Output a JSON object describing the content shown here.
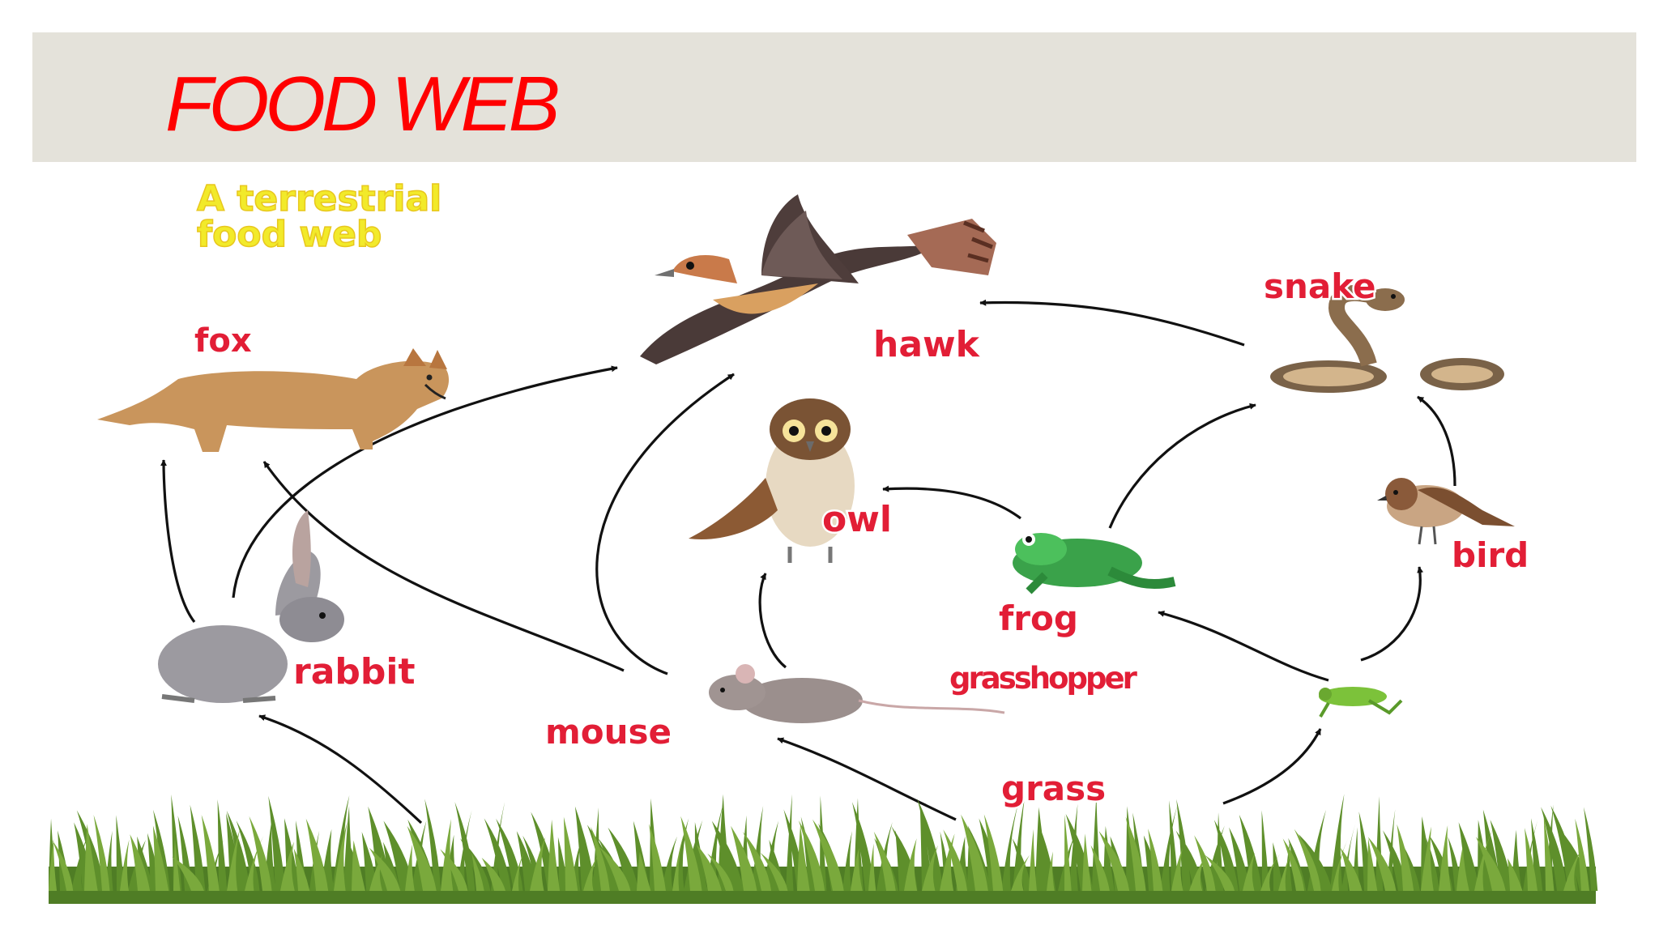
{
  "slide": {
    "title": "FOOD WEB",
    "title_color": "#ff0000",
    "header_bg": "#e4e2da"
  },
  "diagram": {
    "subtitle_line1": "A terrestrial",
    "subtitle_line2": "food web",
    "label_color": "#e21e36",
    "organisms": {
      "fox": "fox",
      "hawk": "hawk",
      "snake": "snake",
      "owl": "owl",
      "frog": "frog",
      "bird": "bird",
      "rabbit": "rabbit",
      "mouse": "mouse",
      "grasshopper": "grasshopper",
      "grass": "grass"
    },
    "icons": {
      "fox": "fox-icon",
      "hawk": "hawk-icon",
      "snake": "snake-icon",
      "owl": "owl-icon",
      "frog": "frog-icon",
      "bird": "bird-icon",
      "rabbit": "rabbit-icon",
      "mouse": "mouse-icon",
      "grasshopper": "grasshopper-icon",
      "grass": "grass-icon"
    }
  }
}
